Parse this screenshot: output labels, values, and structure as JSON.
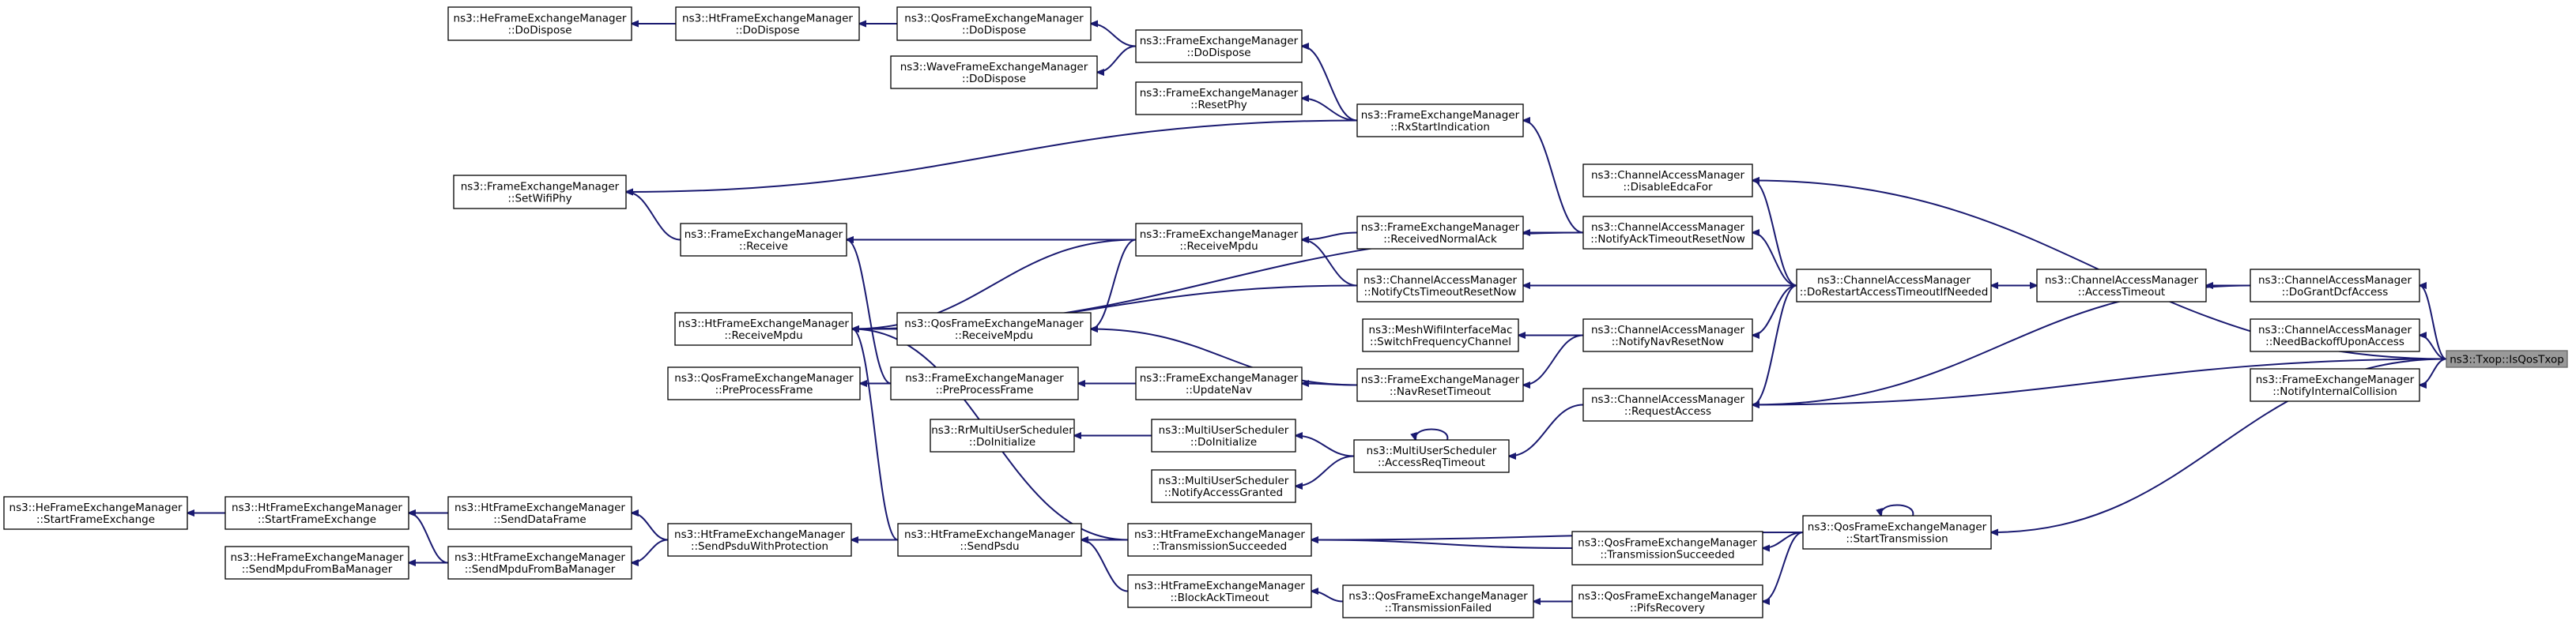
{
  "colors": {
    "edge": "#191970",
    "node_border": "#000000",
    "focus_fill": "#999999",
    "background": "#ffffff"
  },
  "nodes": {
    "txop_isqostxop": [
      "ns3::Txop::IsQosTxop"
    ],
    "he_dodispose": [
      "ns3::HeFrameExchangeManager",
      "::DoDispose"
    ],
    "ht_dodispose": [
      "ns3::HtFrameExchangeManager",
      "::DoDispose"
    ],
    "qos_dodispose": [
      "ns3::QosFrameExchangeManager",
      "::DoDispose"
    ],
    "fem_dodispose": [
      "ns3::FrameExchangeManager",
      "::DoDispose"
    ],
    "wave_dodispose": [
      "ns3::WaveFrameExchangeManager",
      "::DoDispose"
    ],
    "fem_resetphy": [
      "ns3::FrameExchangeManager",
      "::ResetPhy"
    ],
    "fem_rxstartindication": [
      "ns3::FrameExchangeManager",
      "::RxStartIndication"
    ],
    "fem_setwifiphy": [
      "ns3::FrameExchangeManager",
      "::SetWifiPhy"
    ],
    "cam_disableedcafor": [
      "ns3::ChannelAccessManager",
      "::DisableEdcaFor"
    ],
    "cam_notifyacktimeoutresetnow": [
      "ns3::ChannelAccessManager",
      "::NotifyAckTimeoutResetNow"
    ],
    "fem_receive": [
      "ns3::FrameExchangeManager",
      "::Receive"
    ],
    "fem_receivempdu": [
      "ns3::FrameExchangeManager",
      "::ReceiveMpdu"
    ],
    "fem_receivednormalack": [
      "ns3::FrameExchangeManager",
      "::ReceivedNormalAck"
    ],
    "cam_dorestart": [
      "ns3::ChannelAccessManager",
      "::DoRestartAccessTimeoutIfNeeded"
    ],
    "cam_accesstimeout": [
      "ns3::ChannelAccessManager",
      "::AccessTimeout"
    ],
    "cam_dograntdcfaccess": [
      "ns3::ChannelAccessManager",
      "::DoGrantDcfAccess"
    ],
    "ht_receivempdu": [
      "ns3::HtFrameExchangeManager",
      "::ReceiveMpdu"
    ],
    "cam_notifyctstimeoutresetnow": [
      "ns3::ChannelAccessManager",
      "::NotifyCtsTimeoutResetNow"
    ],
    "qos_receivempdu": [
      "ns3::QosFrameExchangeManager",
      "::ReceiveMpdu"
    ],
    "mesh_switchfrequencychannel": [
      "ns3::MeshWifiInterfaceMac",
      "::SwitchFrequencyChannel"
    ],
    "cam_notifynavresetnow": [
      "ns3::ChannelAccessManager",
      "::NotifyNavResetNow"
    ],
    "cam_needbackoffuponaccess": [
      "ns3::ChannelAccessManager",
      "::NeedBackoffUponAccess"
    ],
    "qos_preprocessframe": [
      "ns3::QosFrameExchangeManager",
      "::PreProcessFrame"
    ],
    "fem_preprocessframe": [
      "ns3::FrameExchangeManager",
      "::PreProcessFrame"
    ],
    "fem_updatenav": [
      "ns3::FrameExchangeManager",
      "::UpdateNav"
    ],
    "fem_navresettimeout": [
      "ns3::FrameExchangeManager",
      "::NavResetTimeout"
    ],
    "cam_requestaccess": [
      "ns3::ChannelAccessManager",
      "::RequestAccess"
    ],
    "fem_notifyinternalcollision": [
      "ns3::FrameExchangeManager",
      "::NotifyInternalCollision"
    ],
    "rr_doinitialize": [
      "ns3::RrMultiUserScheduler",
      "::DoInitialize"
    ],
    "mus_doinitialize": [
      "ns3::MultiUserScheduler",
      "::DoInitialize"
    ],
    "mus_accessreqtimeout": [
      "ns3::MultiUserScheduler",
      "::AccessReqTimeout"
    ],
    "mus_notifyaccessgranted": [
      "ns3::MultiUserScheduler",
      "::NotifyAccessGranted"
    ],
    "he_startframeexchange": [
      "ns3::HeFrameExchangeManager",
      "::StartFrameExchange"
    ],
    "ht_startframeexchange": [
      "ns3::HtFrameExchangeManager",
      "::StartFrameExchange"
    ],
    "ht_senddataframe": [
      "ns3::HtFrameExchangeManager",
      "::SendDataFrame"
    ],
    "he_sendmpdufrombamanager": [
      "ns3::HeFrameExchangeManager",
      "::SendMpduFromBaManager"
    ],
    "ht_sendmpdufrombamanager": [
      "ns3::HtFrameExchangeManager",
      "::SendMpduFromBaManager"
    ],
    "ht_sendpsduwithprotection": [
      "ns3::HtFrameExchangeManager",
      "::SendPsduWithProtection"
    ],
    "ht_sendpsdu": [
      "ns3::HtFrameExchangeManager",
      "::SendPsdu"
    ],
    "ht_transmissionsucceeded": [
      "ns3::HtFrameExchangeManager",
      "::TransmissionSucceeded"
    ],
    "qos_transmissionsucceeded": [
      "ns3::QosFrameExchangeManager",
      "::TransmissionSucceeded"
    ],
    "qos_starttransmission": [
      "ns3::QosFrameExchangeManager",
      "::StartTransmission"
    ],
    "ht_blockacktimeout": [
      "ns3::HtFrameExchangeManager",
      "::BlockAckTimeout"
    ],
    "qos_transmissionfailed": [
      "ns3::QosFrameExchangeManager",
      "::TransmissionFailed"
    ],
    "qos_pifsrecovery": [
      "ns3::QosFrameExchangeManager",
      "::PifsRecovery"
    ]
  }
}
